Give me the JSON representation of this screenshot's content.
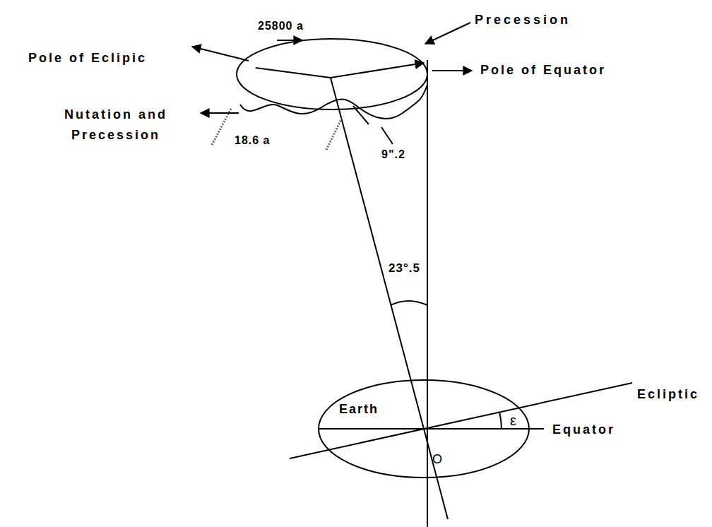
{
  "diagram": {
    "nodes": [
      {
        "text": [
          "Earth"
        ]
      }
    ],
    "labels": [
      "25800 a",
      "Precession",
      "Pole of Eclipic",
      "Pole of Equator",
      "Nutation and Precession",
      "18.6 a",
      "9\".2",
      "23°.5",
      "Ecliptic",
      "Equator",
      "ε",
      "O"
    ]
  }
}
